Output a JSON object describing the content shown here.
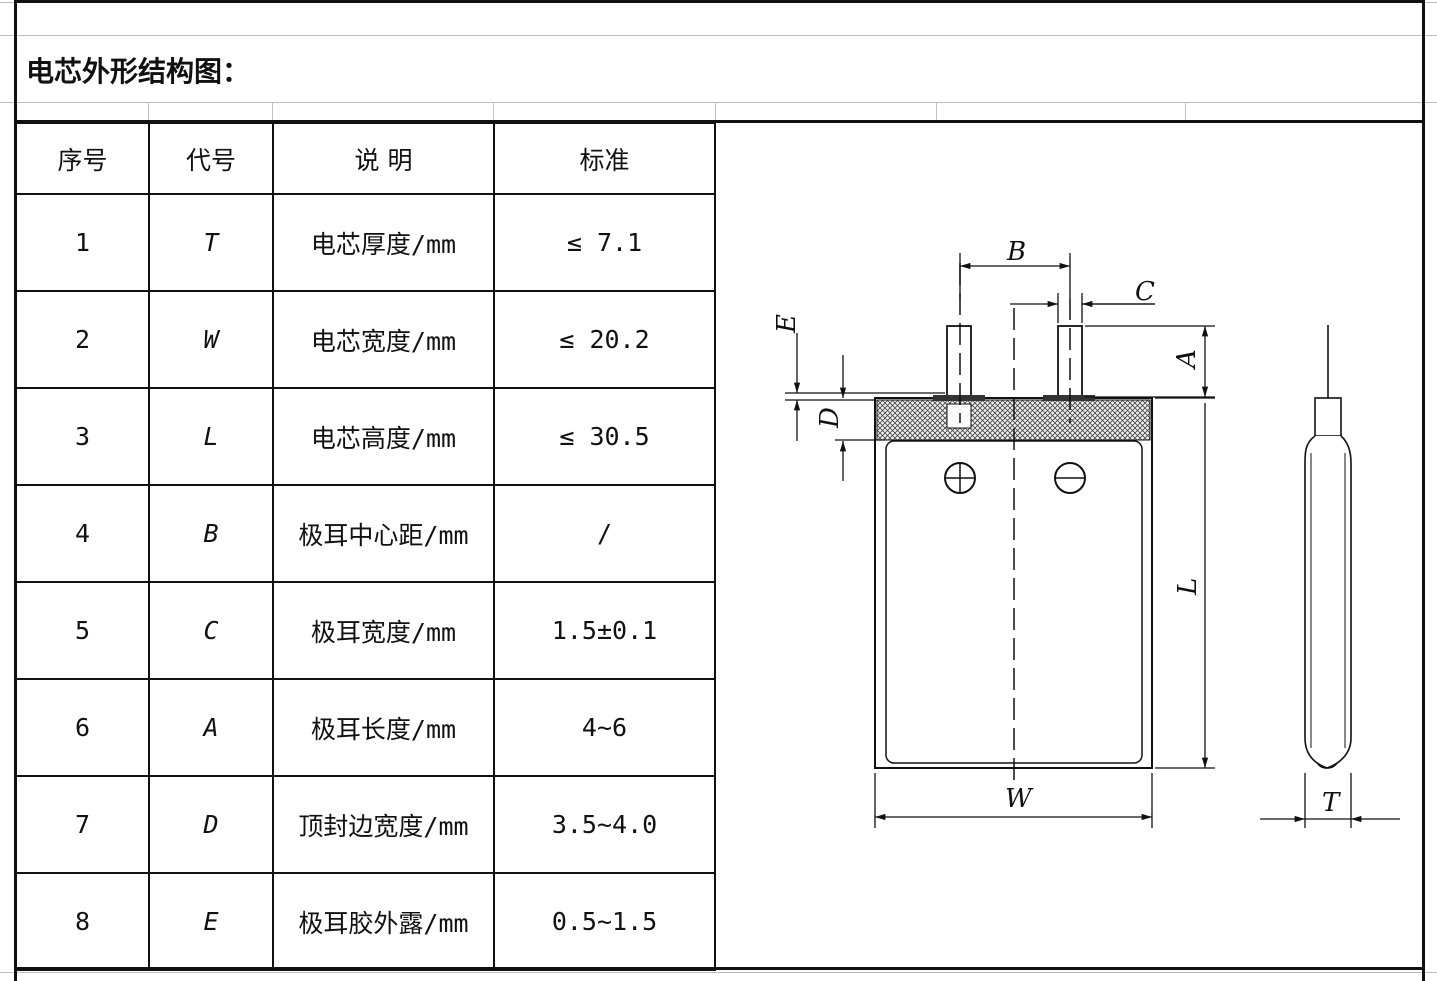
{
  "title": "电芯外形结构图：",
  "table": {
    "headers": [
      "序号",
      "代号",
      "说 明",
      "标准"
    ],
    "rows": [
      {
        "no": "1",
        "code": "T",
        "desc": "电芯厚度/mm",
        "std": "≤ 7.1"
      },
      {
        "no": "2",
        "code": "W",
        "desc": "电芯宽度/mm",
        "std": "≤ 20.2"
      },
      {
        "no": "3",
        "code": "L",
        "desc": "电芯高度/mm",
        "std": "≤ 30.5"
      },
      {
        "no": "4",
        "code": "B",
        "desc": "极耳中心距/mm",
        "std": "/"
      },
      {
        "no": "5",
        "code": "C",
        "desc": "极耳宽度/mm",
        "std": "1.5±0.1"
      },
      {
        "no": "6",
        "code": "A",
        "desc": "极耳长度/mm",
        "std": "4~6"
      },
      {
        "no": "7",
        "code": "D",
        "desc": "顶封边宽度/mm",
        "std": "3.5~4.0"
      },
      {
        "no": "8",
        "code": "E",
        "desc": "极耳胶外露/mm",
        "std": "0.5~1.5"
      }
    ]
  },
  "drawing_labels": {
    "B": "B",
    "C": "C",
    "E": "E",
    "A": "A",
    "D": "D",
    "L": "L",
    "W": "W",
    "T": "T"
  }
}
